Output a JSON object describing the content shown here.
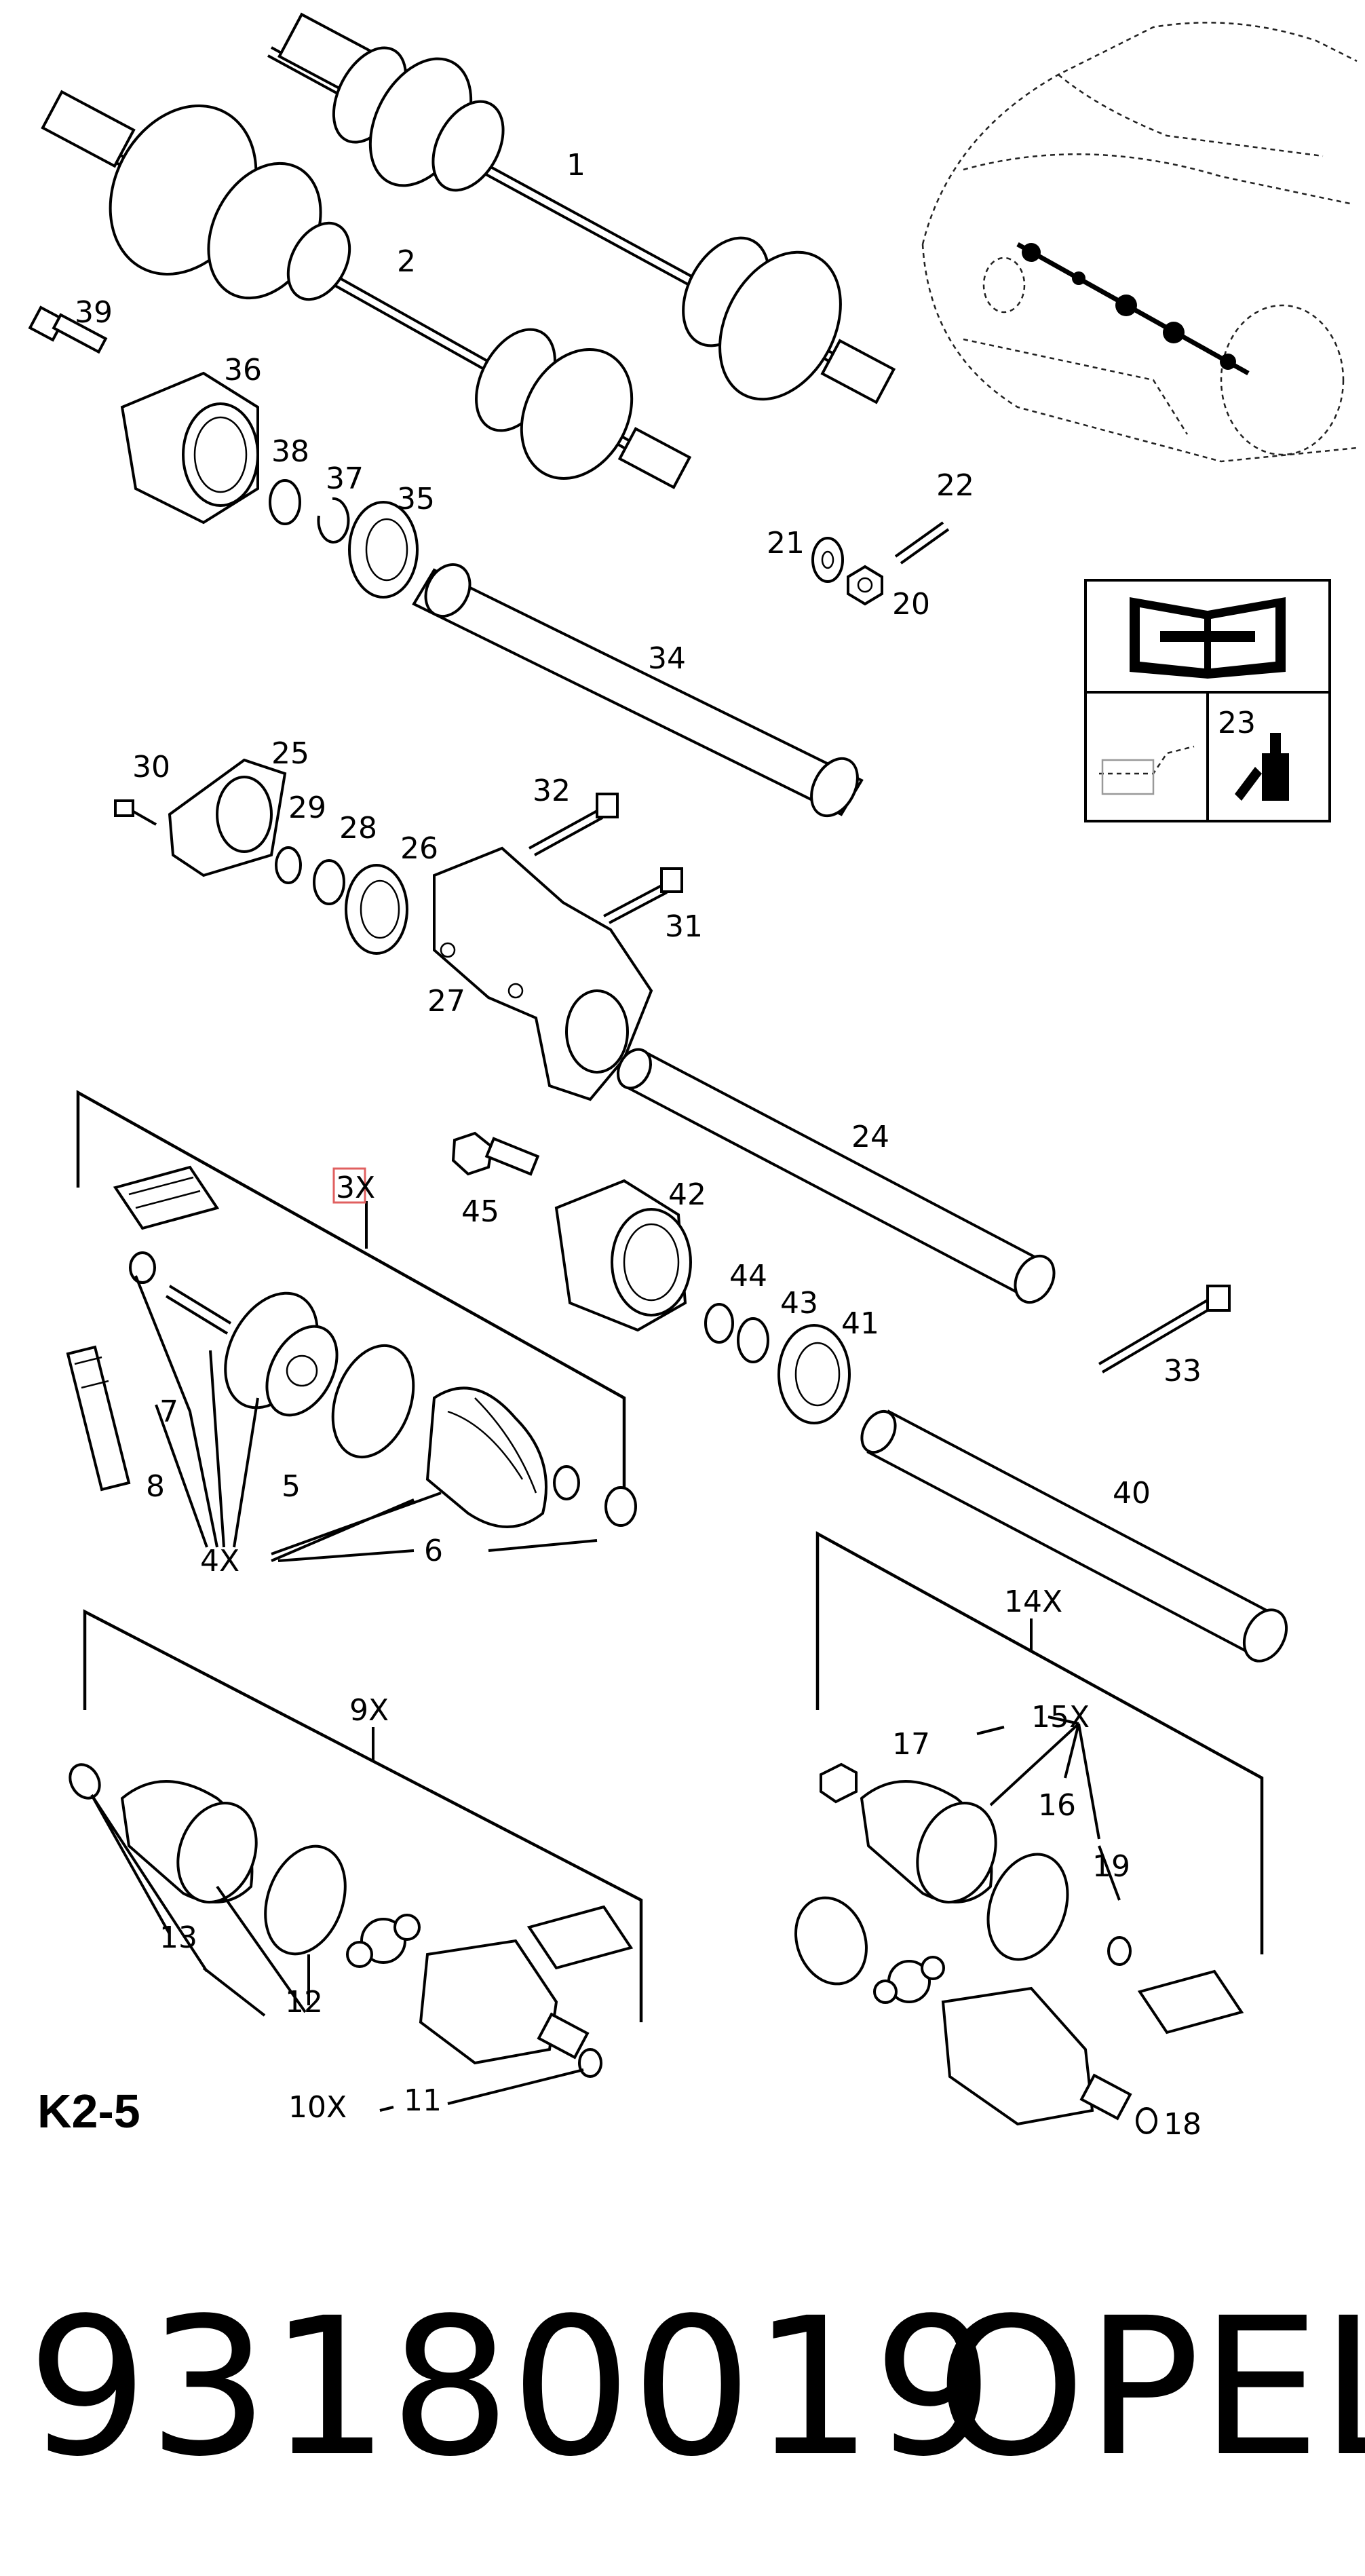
{
  "diagram": {
    "section_code": "K2-5",
    "part_number": "93180019",
    "brand": "OPEL",
    "highlight_color": "#e06060",
    "callouts": {
      "c1": "1",
      "c2": "2",
      "c3x": "3X",
      "c4x": "4X",
      "c5": "5",
      "c6": "6",
      "c7": "7",
      "c8": "8",
      "c9x": "9X",
      "c10x": "10X",
      "c11": "11",
      "c12": "12",
      "c13": "13",
      "c14x": "14X",
      "c15x": "15X",
      "c16": "16",
      "c17": "17",
      "c18": "18",
      "c19": "19",
      "c20": "20",
      "c21": "21",
      "c22": "22",
      "c23": "23",
      "c24": "24",
      "c25": "25",
      "c26": "26",
      "c27": "27",
      "c28": "28",
      "c29": "29",
      "c30": "30",
      "c31": "31",
      "c32": "32",
      "c33": "33",
      "c34": "34",
      "c35": "35",
      "c36": "36",
      "c37": "37",
      "c38": "38",
      "c39": "39",
      "c40": "40",
      "c41": "41",
      "c42": "42",
      "c43": "43",
      "c44": "44",
      "c45": "45"
    },
    "icons": [
      "manual-book-icon",
      "oil-can-icon",
      "grease-tube-icon",
      "car-front-icon"
    ]
  }
}
